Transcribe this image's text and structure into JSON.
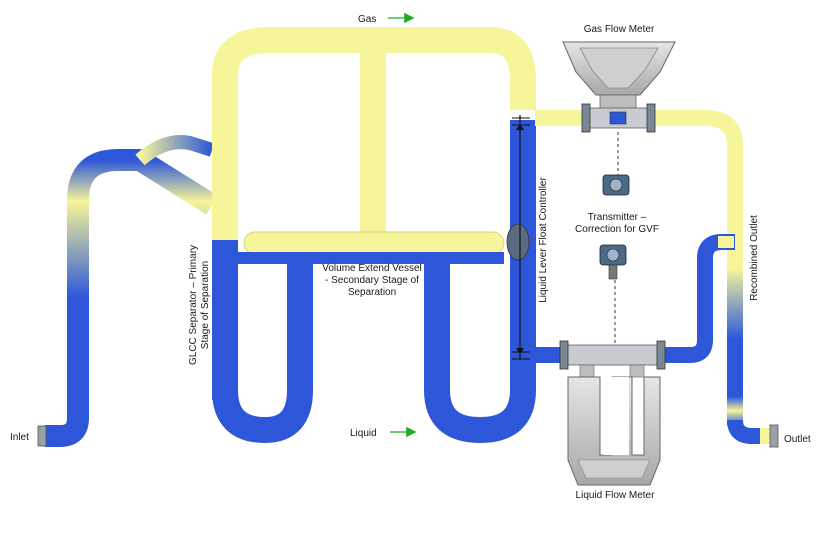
{
  "labels": {
    "gas": "Gas",
    "gas_flow_meter": "Gas Flow Meter",
    "transmitter_line1": "Transmitter –",
    "transmitter_line2": "Correction for GVF",
    "volume_extend_line1": "Volume Extend  Vessel",
    "volume_extend_line2": "- Secondary Stage of",
    "volume_extend_line3": "Separation",
    "glcc_line1": "GLCC Separator – Primary",
    "glcc_line2": "Stage of Separation",
    "liquid_level_controller": "Liquid Lever Float Controller",
    "recombined_outlet": "Recombined Outlet",
    "liquid": "Liquid",
    "liquid_flow_meter": "Liquid Flow Meter",
    "inlet": "Inlet",
    "outlet": "Outlet"
  },
  "colors": {
    "gas": "#f7f59a",
    "liquid": "#2d57d8",
    "meter": "#b4b4b4",
    "arrow": "#22aa22"
  }
}
